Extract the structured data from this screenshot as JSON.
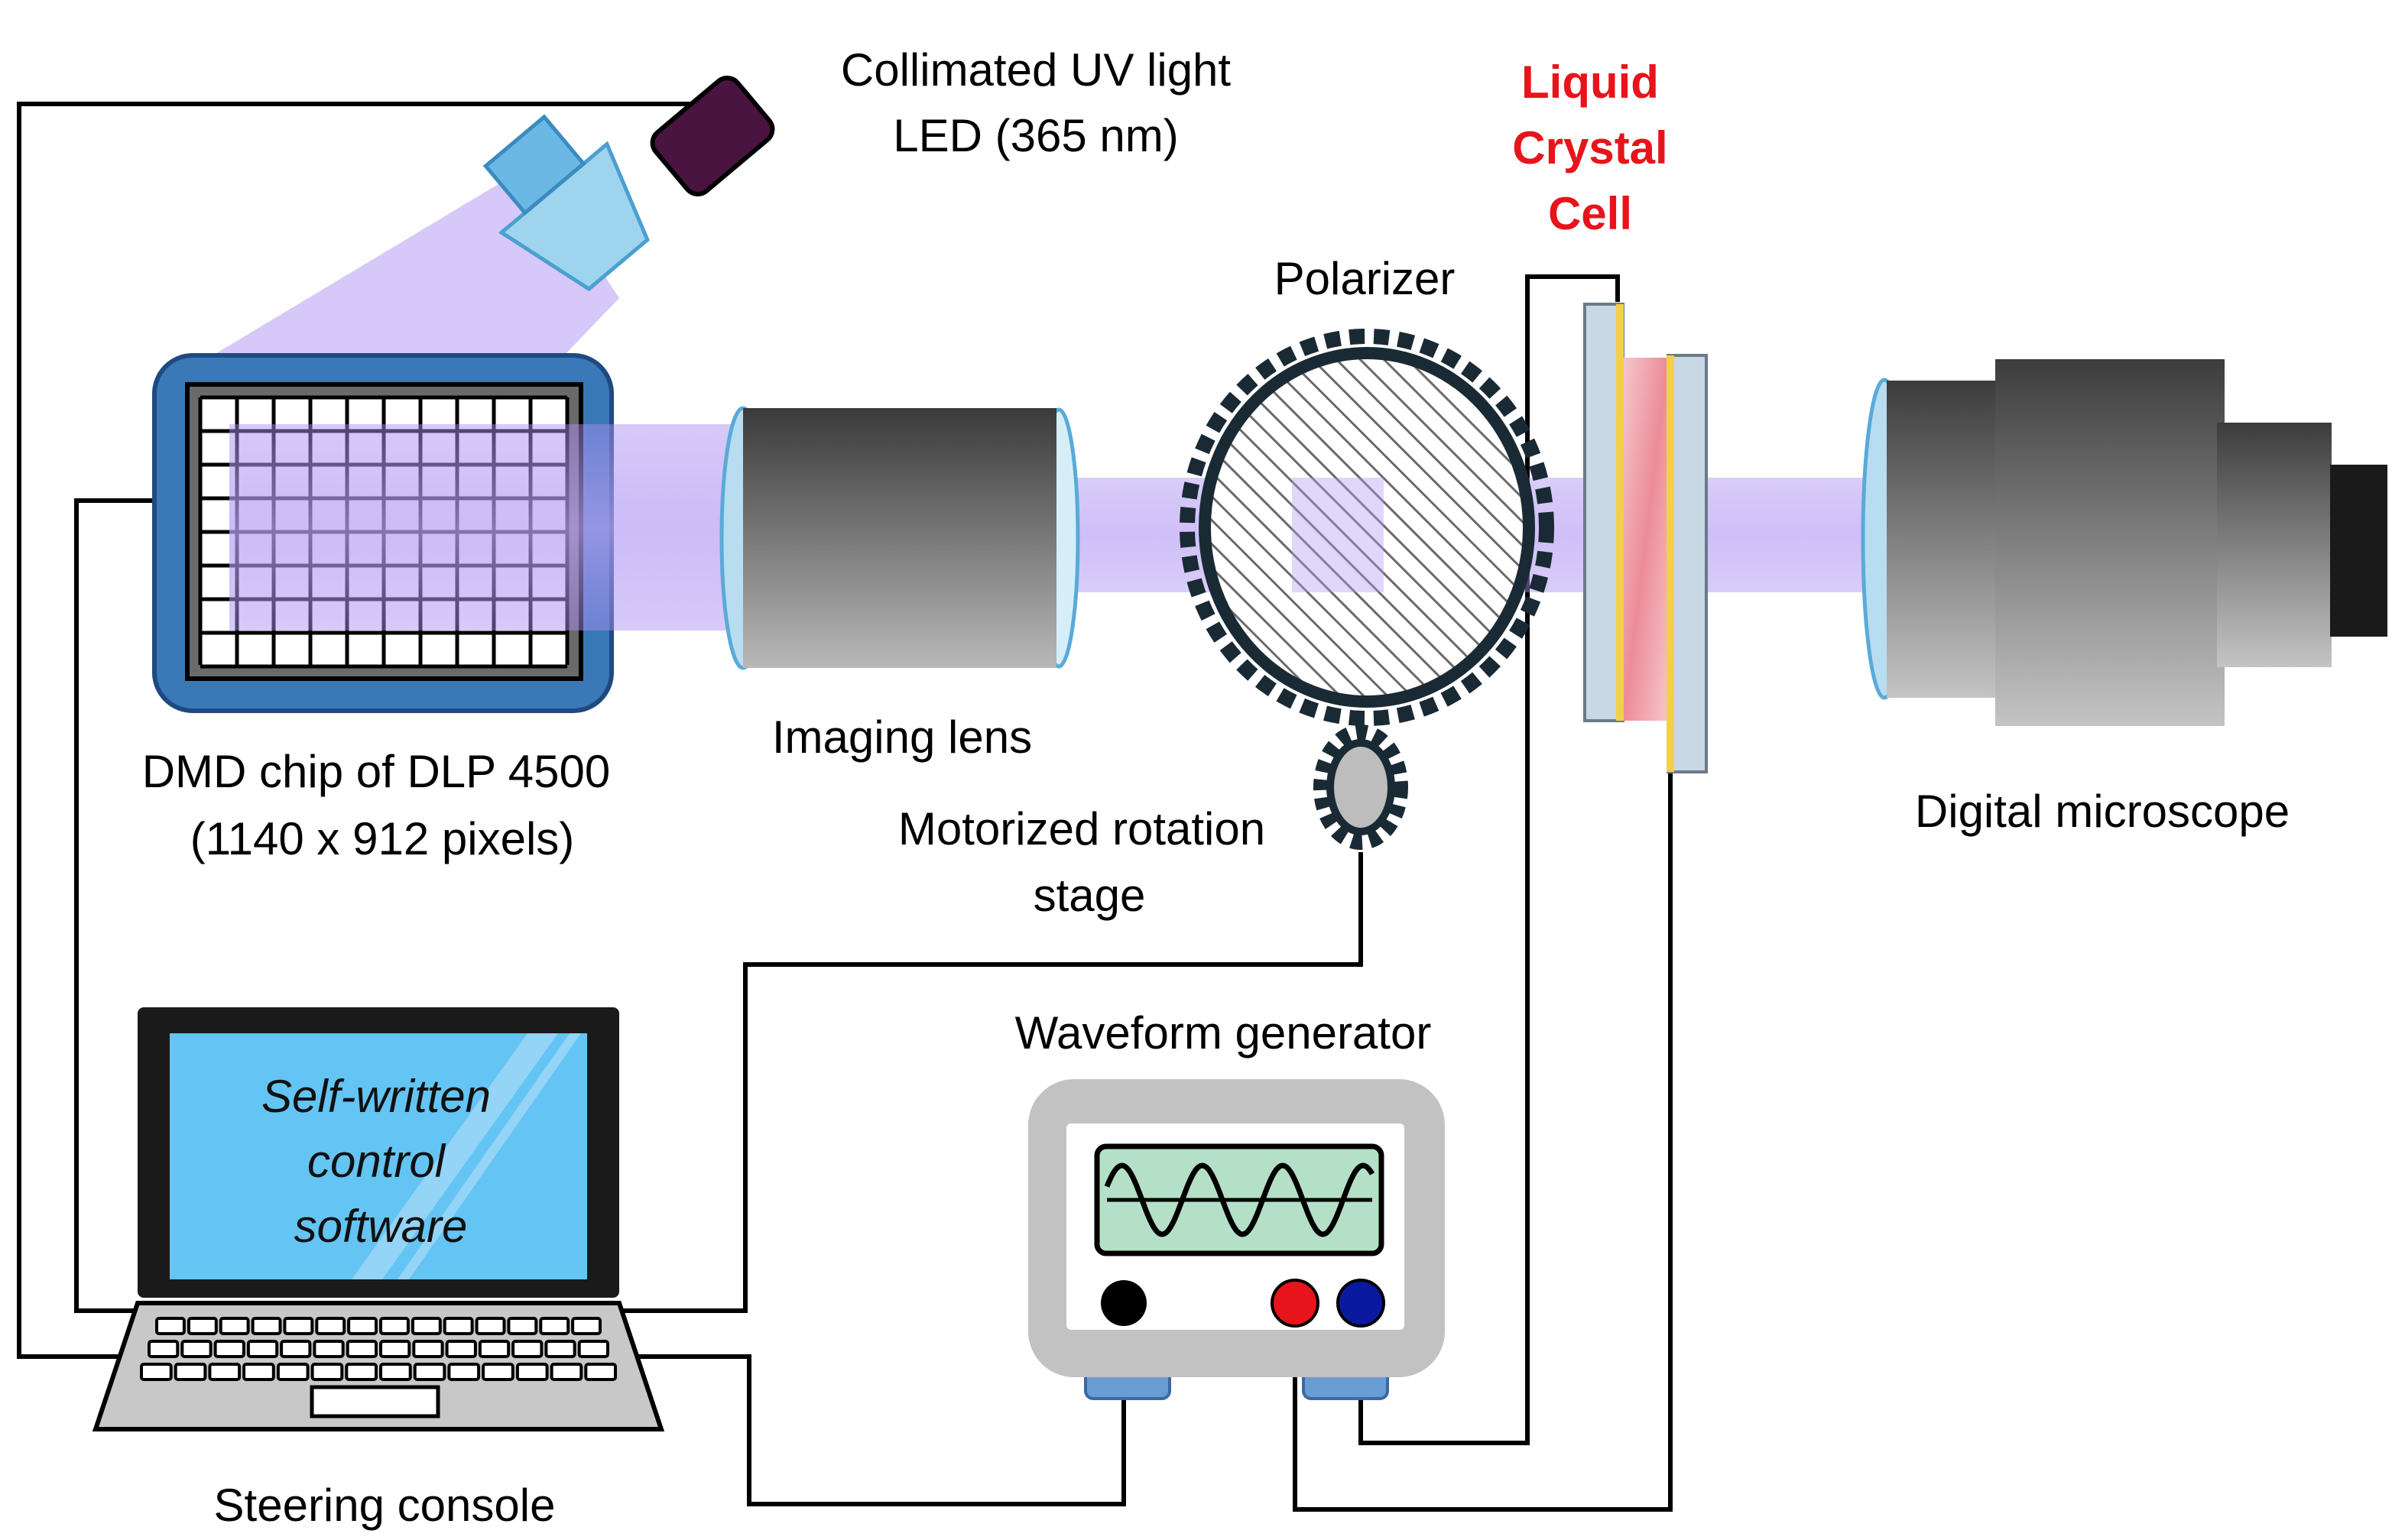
{
  "labels": {
    "uv_led_line1": "Collimated UV light",
    "uv_led_line2": "LED (365 nm)",
    "lc_cell_line1": "Liquid",
    "lc_cell_line2": "Crystal",
    "lc_cell_line3": "Cell",
    "polarizer": "Polarizer",
    "dmd_line1": "DMD chip of DLP 4500",
    "dmd_line2": "(1140 x 912 pixels)",
    "imaging_lens": "Imaging lens",
    "rotation_stage_line1": "Motorized rotation",
    "rotation_stage_line2": "stage",
    "digital_microscope": "Digital microscope",
    "waveform_generator": "Waveform generator",
    "steering_console": "Steering console",
    "software_line1": "Self-written",
    "software_line2": "control",
    "software_line3": "software"
  },
  "colors": {
    "lc_cell_label": "#e8141b",
    "uv_beam": "#b49af2",
    "led_body": "#4a1440",
    "lens_holder": "#b8ddf0",
    "dmd_frame": "#3a78b8",
    "laptop_screen": "#64c4f4",
    "generator_screen": "#b4e0c8",
    "terminal_red": "#e8141b",
    "terminal_blue": "#0a1aa0",
    "terminal_black": "#000000"
  }
}
